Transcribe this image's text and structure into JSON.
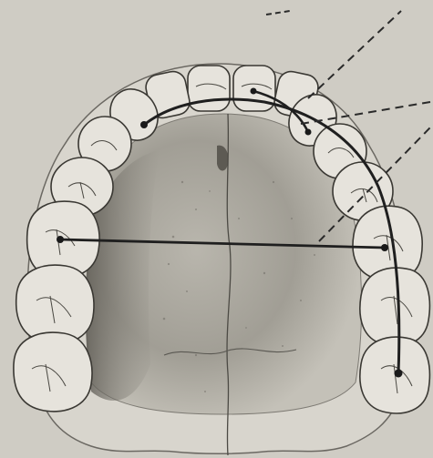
{
  "figure": {
    "subject": "maxillary-dental-arch-illustration",
    "background_color": "#cfccc4",
    "bone_color": "#d8d5cd",
    "tooth_fill": "#e6e3dc",
    "ink_color": "#2a2a2a",
    "shadow_color": "#5a5852"
  },
  "annotations": {
    "leader_line_count": 3,
    "measurement_lines": [
      "arch-curve",
      "transverse-width"
    ]
  }
}
